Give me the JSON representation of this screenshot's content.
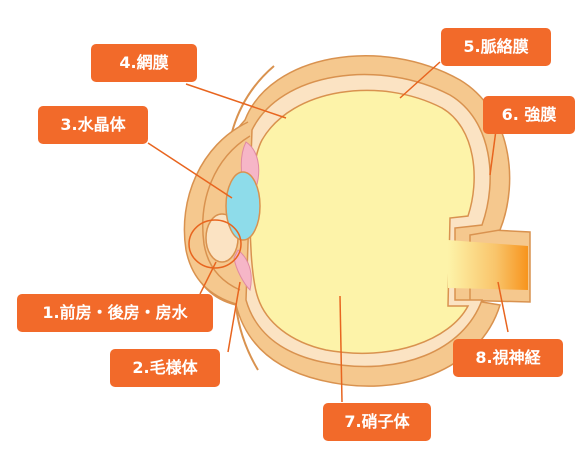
{
  "labels": {
    "retina": "4.網膜",
    "choroid": "5.脈絡膜",
    "lens": "3.水晶体",
    "sclera": "6. 強膜",
    "chambers": "1.前房・後房・房水",
    "ciliary_body": "2.毛様体",
    "optic_nerve": "8.視神経",
    "vitreous": "7.硝子体"
  },
  "colors": {
    "label_bg": "#f26a2a",
    "label_text": "#ffffff",
    "sclera_fill": "#f5c88e",
    "sclera_stroke": "#d9924f",
    "choroid_fill": "#fbe3c3",
    "vitreous_fill": "#fdf3a9",
    "lens_fill": "#8edcea",
    "iris_fill": "#f6b6c7",
    "optic_gradient": "#f7941d",
    "leader_line": "#e8651f"
  }
}
